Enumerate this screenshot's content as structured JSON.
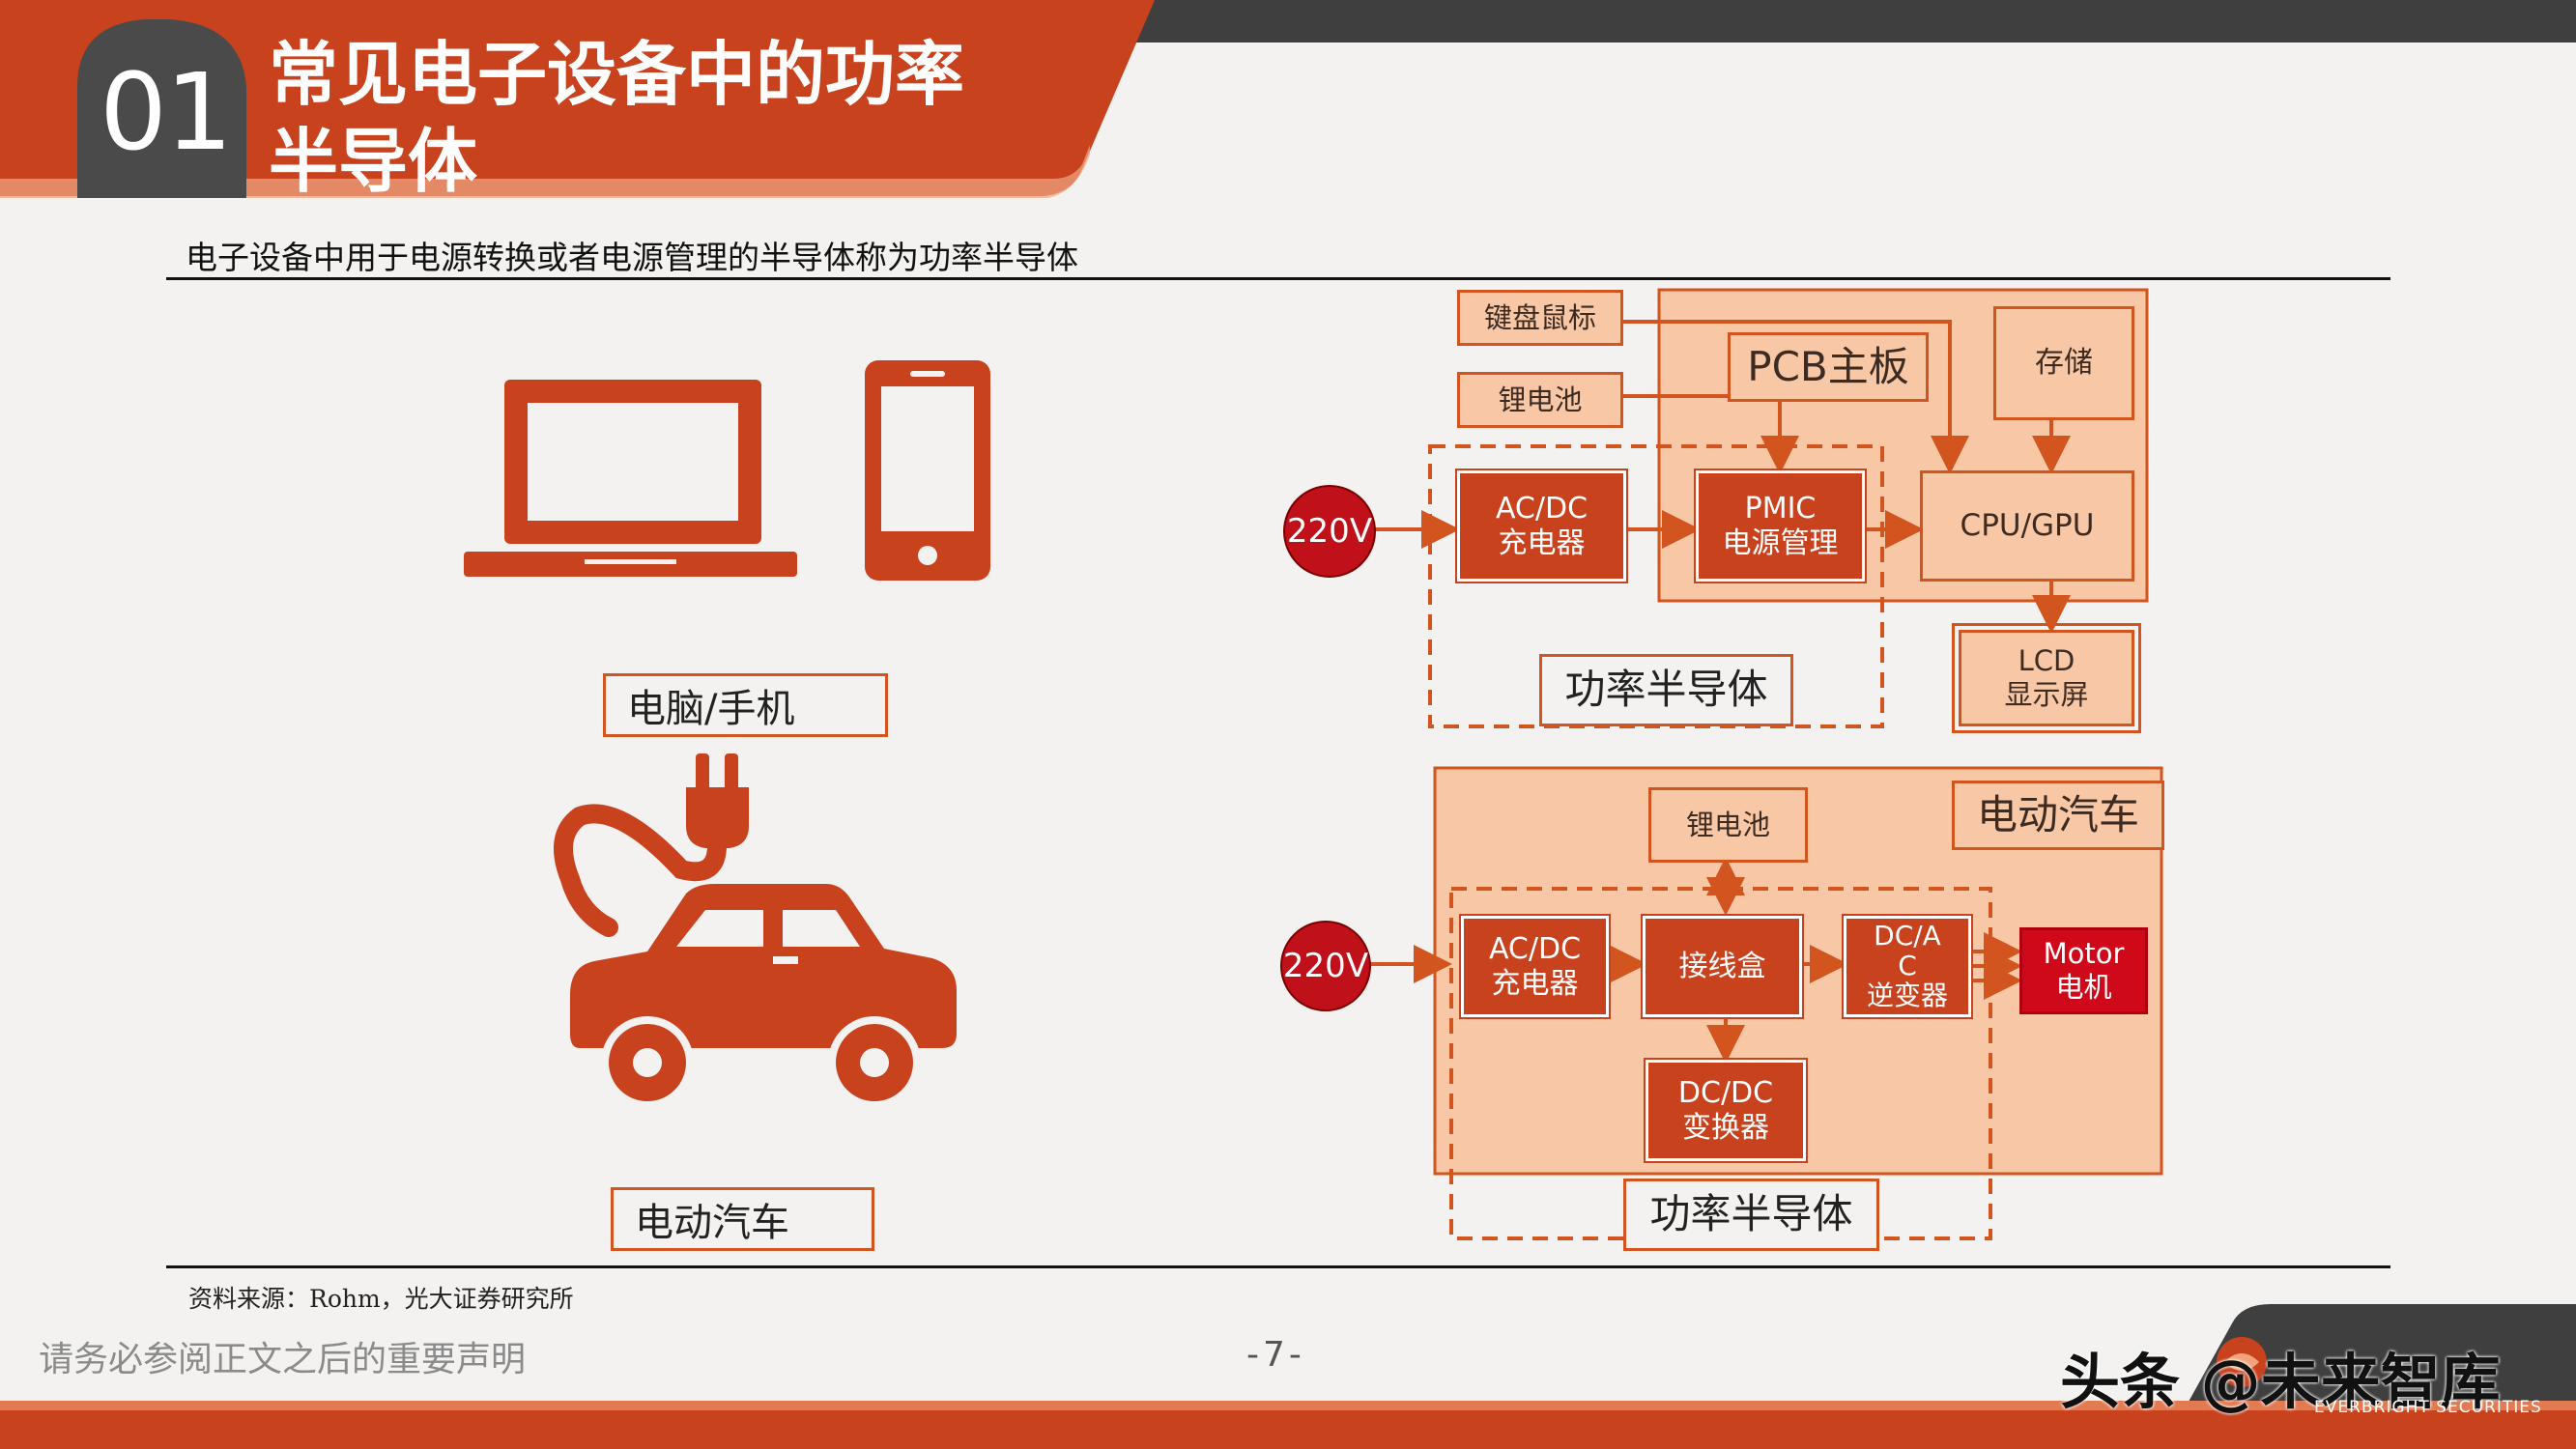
{
  "header": {
    "number": "01",
    "title_line1": "常见电子设备中的功率",
    "title_line2": "半导体"
  },
  "subtitle": "电子设备中用于电源转换或者电源管理的半导体称为功率半导体",
  "left": {
    "computer_phone_label": "电脑/手机",
    "ev_label": "电动汽车"
  },
  "top_diagram": {
    "input_voltage": "220V",
    "keyboard_mouse": "键盘鼠标",
    "battery": "锂电池",
    "pcb": "PCB主板",
    "storage": "存储",
    "acdc_line1": "AC/DC",
    "acdc_line2": "充电器",
    "pmic_line1": "PMIC",
    "pmic_line2": "电源管理",
    "cpu": "CPU/GPU",
    "lcd_line1": "LCD",
    "lcd_line2": "显示屏",
    "power_semi": "功率半导体"
  },
  "bottom_diagram": {
    "input_voltage": "220V",
    "battery": "锂电池",
    "ev_title": "电动汽车",
    "acdc_line1": "AC/DC",
    "acdc_line2": "充电器",
    "junction_box": "接线盒",
    "dcac_line1": "DC/A",
    "dcac_line2": "C",
    "dcac_line3": "逆变器",
    "motor_line1": "Motor",
    "motor_line2": "电机",
    "dcdc_line1": "DC/DC",
    "dcdc_line2": "变换器",
    "power_semi": "功率半导体"
  },
  "footer": {
    "source": "资料来源：Rohm，光大证券研究所",
    "disclaimer": "请务必参阅正文之后的重要声明",
    "page": "-7-",
    "watermark": "头条 @未来智库",
    "company": "EVERBRIGHT SECURITIES"
  },
  "colors": {
    "brand_orange": "#d2541e",
    "header_dark": "#3f3f3f",
    "peach": "#f8c7a6",
    "deep_red": "#d0091a"
  }
}
